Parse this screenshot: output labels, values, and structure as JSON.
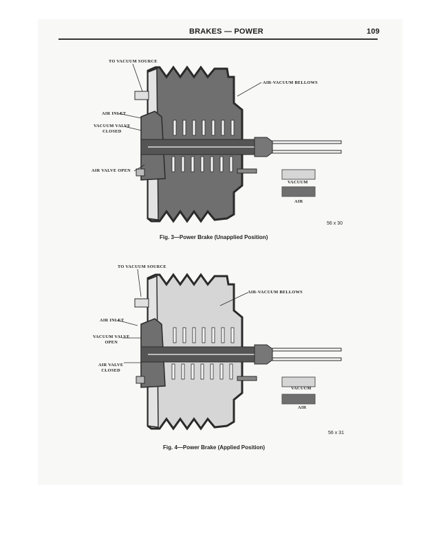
{
  "header": {
    "title": "BRAKES — POWER",
    "page_number": "109"
  },
  "figures": [
    {
      "labels": {
        "vacuum_source": "TO VACUUM SOURCE",
        "bellows": "AIR-VACUUM BELLOWS",
        "air_inlet": "AIR INLET",
        "vacuum_valve": "VACUUM VALVE",
        "vacuum_valve_state": "CLOSED",
        "air_valve": "AIR VALVE OPEN",
        "air_valve_state": ""
      },
      "legend": {
        "vacuum": "VACUUM",
        "air": "AIR"
      },
      "code": "56 x 30",
      "caption": "Fig. 3—Power Brake (Unapplied Position)"
    },
    {
      "labels": {
        "vacuum_source": "TO VACUUM SOURCE",
        "bellows": "AIR-VACUUM BELLOWS",
        "air_inlet": "AIR INLET",
        "vacuum_valve": "VACUUM VALVE",
        "vacuum_valve_state": "OPEN",
        "air_valve": "AIR VALVE",
        "air_valve_state": "CLOSED"
      },
      "legend": {
        "vacuum": "VACUUM",
        "air": "AIR"
      },
      "code": "56 x 31",
      "caption": "Fig. 4—Power Brake (Applied Position)"
    }
  ],
  "colors": {
    "air_fill": "#6f6f6f",
    "vacuum_fill": "#d6d6d6",
    "outline": "#2a2a2a"
  }
}
